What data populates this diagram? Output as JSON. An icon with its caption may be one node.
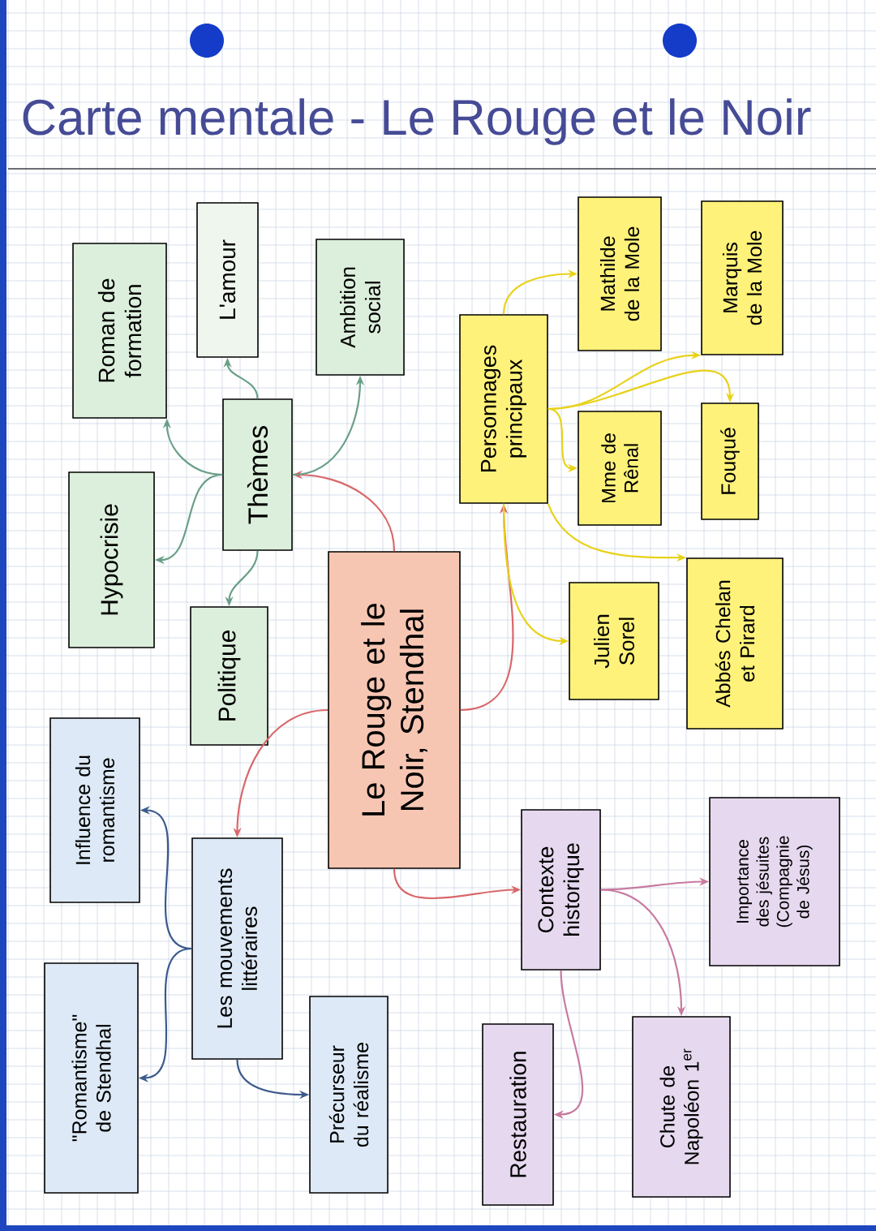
{
  "diagram": {
    "title": "Carte mentale - Le Rouge et le Noir",
    "nodes": [
      {
        "text": [
          "Le Rouge et le Noir, Stendhal"
        ]
      },
      {
        "text": [
          "Thèmes"
        ]
      },
      {
        "text": [
          "Roman de formation"
        ]
      },
      {
        "text": [
          "L'amour"
        ]
      },
      {
        "text": [
          "Ambition social"
        ]
      },
      {
        "text": [
          "Hypocrisie"
        ]
      },
      {
        "text": [
          "Politique"
        ]
      },
      {
        "text": [
          "Personnages principaux"
        ]
      },
      {
        "text": [
          "Mathilde de la Mole"
        ]
      },
      {
        "text": [
          "Marquis de la Mole"
        ]
      },
      {
        "text": [
          "Mme de Rênal"
        ]
      },
      {
        "text": [
          "Fouqué"
        ]
      },
      {
        "text": [
          "Julien Sorel"
        ]
      },
      {
        "text": [
          "Abbés Chelan et Pirard"
        ]
      },
      {
        "text": [
          "Les mouvements littéraires"
        ]
      },
      {
        "text": [
          "Influence du romantisme"
        ]
      },
      {
        "text": [
          "\"Romantisme\" de Stendhal"
        ]
      },
      {
        "text": [
          "Précurseur du réalisme"
        ]
      },
      {
        "text": [
          "Contexte historique"
        ]
      },
      {
        "text": [
          "Importance des jésuites (Compagnie de Jésus)"
        ]
      },
      {
        "text": [
          "Restauration"
        ]
      },
      {
        "text": [
          "Chute de Napoléon 1$^{er}$"
        ]
      }
    ],
    "edges": [
      {
        "from": 0,
        "to": 1,
        "arrow": "to",
        "color": "#d9676a"
      },
      {
        "from": 1,
        "to": 2,
        "arrow": "to",
        "color": "#6a9f87"
      },
      {
        "from": 1,
        "to": 3,
        "arrow": "to",
        "color": "#6a9f87"
      },
      {
        "from": 1,
        "to": 4,
        "arrow": "to",
        "color": "#6a9f87"
      },
      {
        "from": 1,
        "to": 5,
        "arrow": "to",
        "color": "#6a9f87"
      },
      {
        "from": 1,
        "to": 6,
        "arrow": "to",
        "color": "#6a9f87"
      },
      {
        "from": 0,
        "to": 7,
        "arrow": "to",
        "color": "#d9676a"
      },
      {
        "from": 7,
        "to": 8,
        "arrow": "to"
      },
      {
        "from": 7,
        "to": 9,
        "arrow": "to"
      },
      {
        "from": 7,
        "to": 10,
        "arrow": "to"
      },
      {
        "from": 7,
        "to": 11,
        "arrow": "to"
      },
      {
        "from": 7,
        "to": 12,
        "arrow": "to"
      },
      {
        "from": 7,
        "to": 13,
        "arrow": "to"
      },
      {
        "from": 0,
        "to": 14,
        "arrow": "to",
        "color": "#d9676a"
      },
      {
        "from": 14,
        "to": 15,
        "arrow": "to",
        "color": "#3c5a8c"
      },
      {
        "from": 14,
        "to": 16,
        "arrow": "to",
        "color": "#3c5a8c"
      },
      {
        "from": 14,
        "to": 17,
        "arrow": "to",
        "color": "#3c5a8c"
      },
      {
        "from": 0,
        "to": 18,
        "arrow": "to",
        "color": "#d9676a"
      },
      {
        "from": 18,
        "to": 19,
        "arrow": "to",
        "color": "#c77aa0"
      },
      {
        "from": 18,
        "to": 20,
        "arrow": "to",
        "color": "#c77aa0"
      },
      {
        "from": 18,
        "to": 21,
        "arrow": "to",
        "color": "#c77aa0"
      }
    ]
  }
}
